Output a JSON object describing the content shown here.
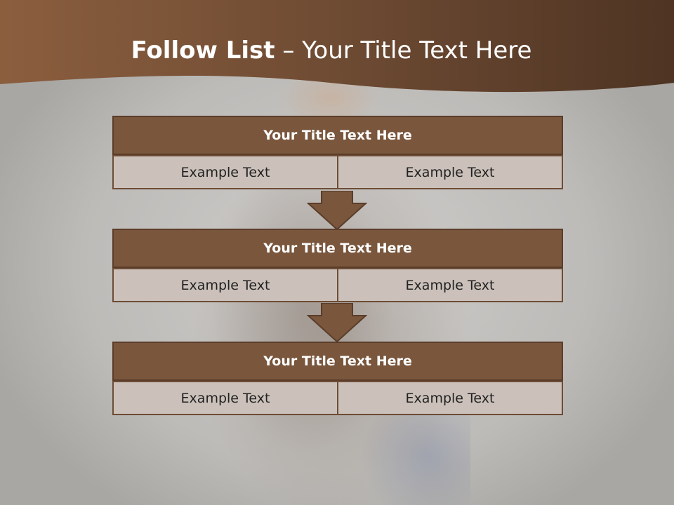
{
  "title": {
    "bold": "Follow List",
    "rest": "– Your Title Text Here"
  },
  "colors": {
    "header": "#7a553b",
    "block_title_bg": "#79563c",
    "cell_bg": "#cbc1ba",
    "border": "#5a3d2a"
  },
  "blocks": [
    {
      "title": "Your Title Text Here",
      "cells": [
        "Example Text",
        "Example Text"
      ]
    },
    {
      "title": "Your Title Text Here",
      "cells": [
        "Example Text",
        "Example Text"
      ]
    },
    {
      "title": "Your Title Text Here",
      "cells": [
        "Example Text",
        "Example Text"
      ]
    }
  ],
  "arrows": [
    "down-arrow",
    "down-arrow"
  ]
}
